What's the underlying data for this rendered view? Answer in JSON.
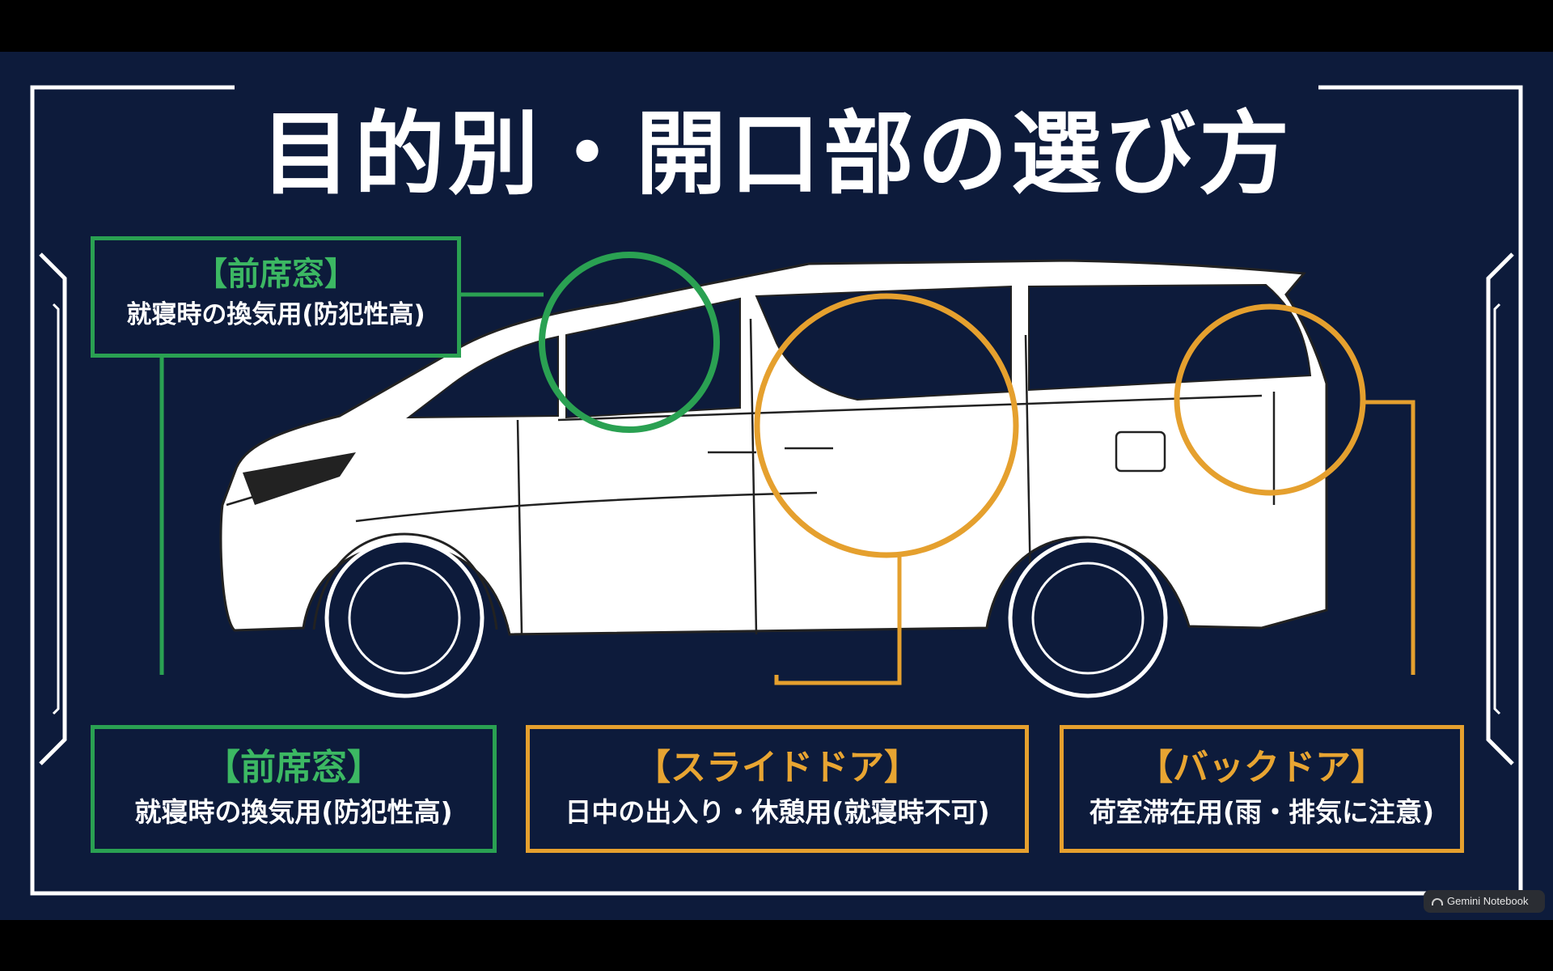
{
  "title": "目的別・開口部の選び方",
  "callouts": {
    "front_window_top": {
      "heading": "【前席窓】",
      "description": "就寝時の換気用(防犯性高)"
    },
    "front_window_bottom": {
      "heading": "【前席窓】",
      "description": "就寝時の換気用(防犯性高)"
    },
    "slide_door": {
      "heading": "【スライドドア】",
      "description": "日中の出入り・休憩用(就寝時不可)"
    },
    "back_door": {
      "heading": "【バックドア】",
      "description": "荷室滞在用(雨・排気に注意)"
    }
  },
  "colors": {
    "background": "#0d1b3b",
    "green": "#2aa152",
    "orange": "#e5a02e",
    "line": "#ffffff"
  },
  "watermark": "Gemini Notebook"
}
